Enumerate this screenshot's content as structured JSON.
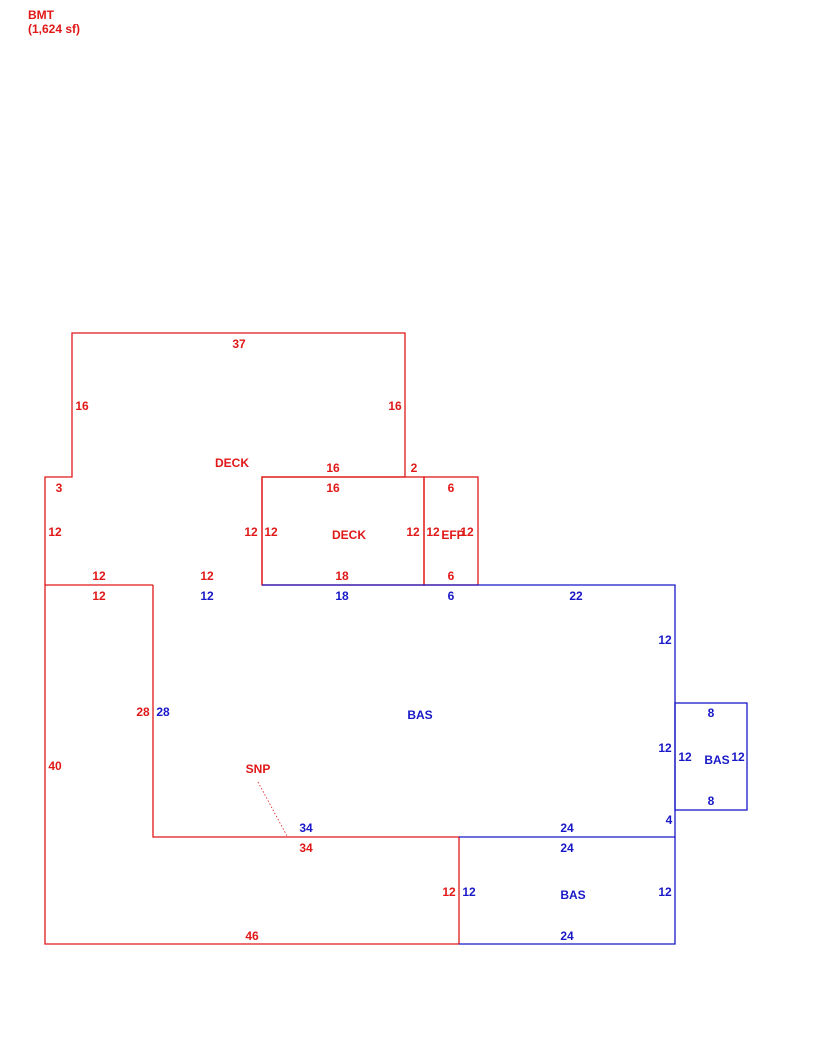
{
  "header": {
    "area_code": "BMT",
    "area_size": "(1,624 sf)"
  },
  "colors": {
    "red": "#e01818",
    "blue": "#1818c8"
  },
  "area_labels": {
    "deck_upper": "DECK",
    "deck_lower": "DECK",
    "efp": "EFP",
    "bas_main": "BAS",
    "bas_bump": "BAS",
    "bas_lower": "BAS",
    "snp": "SNP"
  },
  "dimensions": {
    "deck_top": "37",
    "deck_left": "16",
    "deck_right": "16",
    "deck_inner_top": "16",
    "deck_step": "2",
    "deck_notch": "3",
    "deck_left_side": "12",
    "deck_bottom_left": "12",
    "deck_bottom_mid": "12",
    "deck2_top": "16",
    "deck2_left_outer": "12",
    "deck2_left_inner": "12",
    "deck2_right_inner": "12",
    "deck2_bottom": "18",
    "efp_top": "6",
    "efp_left": "12",
    "efp_right": "12",
    "efp_bottom": "6",
    "snp_top_left": "12",
    "bas_top_left": "12",
    "bas_top_mid": "18",
    "bas_top_efp": "6",
    "bas_top_right": "22",
    "bas_right_upper": "12",
    "bas_right_lower": "12",
    "bas_right_short": "4",
    "snp_inner": "28",
    "bas_inner_left": "28",
    "snp_outer_left": "40",
    "bas_bottom_blue": "34",
    "snp_bottom_red": "34",
    "bas_bottom_right": "24",
    "bump_top": "8",
    "bump_left": "12",
    "bump_right": "12",
    "bump_bottom": "8",
    "bas2_top": "24",
    "bas2_left_red": "12",
    "bas2_left_blue": "12",
    "bas2_right": "12",
    "bas2_bottom": "24",
    "snp_bottom": "46"
  }
}
